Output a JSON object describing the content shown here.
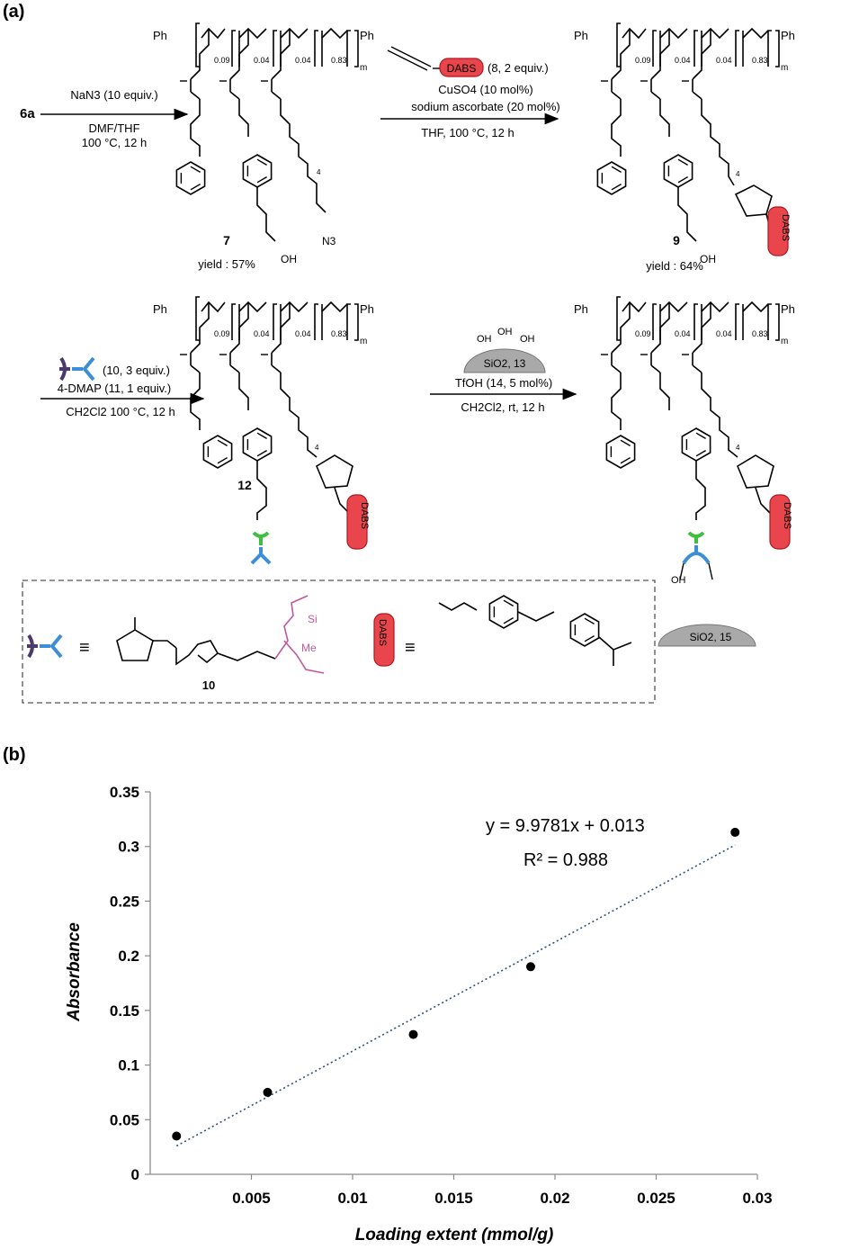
{
  "panel_a": {
    "label": "(a)",
    "start_material": "6a",
    "step1": {
      "reagent": "NaN3 (10 equiv.)",
      "solvent": "DMF/THF",
      "conditions": "100 °C, 12 h"
    },
    "step2": {
      "reagent_tag": "DABS",
      "reagent_equiv": "(8, 2 equiv.)",
      "catalyst": "CuSO4 (10 mol%)",
      "additive": "sodium ascorbate (20 mol%)",
      "conditions": "THF, 100 °C, 12 h"
    },
    "step3": {
      "reagent": "(10, 3 equiv.)",
      "base": "4-DMAP (11, 1 equiv.)",
      "conditions": "CH2Cl2 100 °C, 12 h"
    },
    "step4": {
      "support": "SiO2, 13",
      "catalyst": "TfOH (14, 5 mol%)",
      "conditions": "CH2Cl2, rt, 12 h"
    },
    "compounds": {
      "c7": {
        "number": "7",
        "yield": "yield : 57%"
      },
      "c9": {
        "number": "9",
        "yield": "yield : 64%"
      },
      "c12": {
        "number": "12"
      },
      "c15": {
        "support_label": "SiO2, 15"
      }
    },
    "polymer": {
      "end_group": "Ph",
      "fractions": [
        "0.09",
        "0.04",
        "0.04",
        "0.83"
      ],
      "repeat": "m"
    },
    "groups": {
      "oh": "OH",
      "n3": "N3",
      "subscript_4": "4",
      "dabs": "DABS",
      "me": "Me",
      "si": "Si"
    },
    "legend": {
      "equiv_symbol": "≡",
      "compound_10": "10",
      "dabs_tag": "DABS"
    }
  },
  "panel_b": {
    "label": "(b)",
    "equation": "y = 9.9781x + 0.013",
    "r_squared": "R² = 0.988"
  },
  "chart_data": {
    "type": "scatter",
    "xlabel": "Loading extent (mmol/g)",
    "ylabel": "Absorbance",
    "xlim": [
      0,
      0.03
    ],
    "ylim": [
      0,
      0.35
    ],
    "x_ticks": [
      "0.005",
      "0.01",
      "0.015",
      "0.02",
      "0.025",
      "0.03"
    ],
    "y_ticks": [
      "0",
      "0.05",
      "0.1",
      "0.15",
      "0.2",
      "0.25",
      "0.3",
      "0.35"
    ],
    "x": [
      0.0013,
      0.0058,
      0.013,
      0.0188,
      0.0289
    ],
    "y": [
      0.035,
      0.075,
      0.128,
      0.19,
      0.313
    ],
    "trendline": {
      "slope": 9.9781,
      "intercept": 0.013,
      "style": "dotted"
    },
    "grid": false
  }
}
